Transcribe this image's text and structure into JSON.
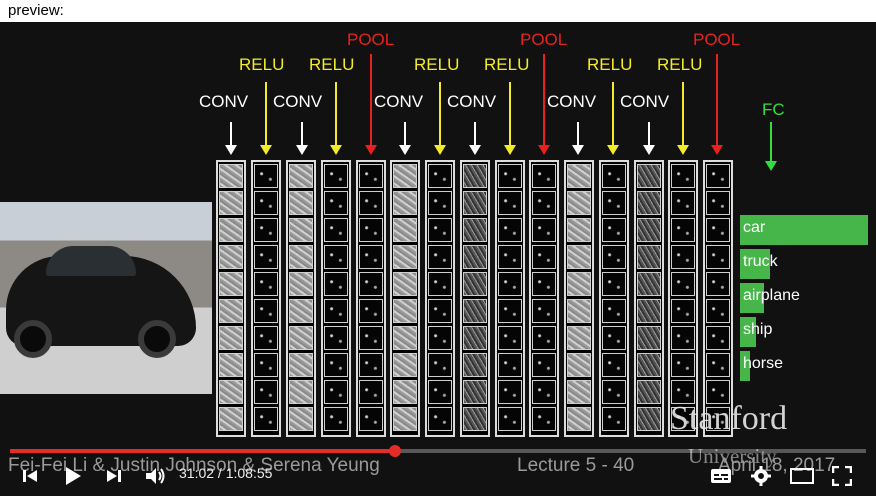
{
  "preview": {
    "label": "preview:"
  },
  "slide": {
    "layers_top": [
      {
        "text": "POOL",
        "color": "red"
      },
      {
        "text": "POOL",
        "color": "red"
      },
      {
        "text": "POOL",
        "color": "red"
      }
    ],
    "layers_mid": [
      {
        "text": "RELU"
      },
      {
        "text": "RELU"
      },
      {
        "text": "RELU"
      },
      {
        "text": "RELU"
      },
      {
        "text": "RELU"
      },
      {
        "text": "RELU"
      }
    ],
    "layers_low": [
      {
        "text": "CONV"
      },
      {
        "text": "CONV"
      },
      {
        "text": "CONV"
      },
      {
        "text": "CONV"
      },
      {
        "text": "CONV"
      },
      {
        "text": "CONV"
      }
    ],
    "fc_label": "FC",
    "classes": [
      {
        "label": "car",
        "score": 1.0
      },
      {
        "label": "truck",
        "score": 0.22
      },
      {
        "label": "airplane",
        "score": 0.18
      },
      {
        "label": "ship",
        "score": 0.12
      },
      {
        "label": "horse",
        "score": 0.08
      }
    ],
    "watermark_main": "Stanford",
    "watermark_sub": "University",
    "authors": "Fei-Fei Li & Justin Johnson & Serena Yeung",
    "lecture": "Lecture 5 - 40",
    "date": "April 18, 2017"
  },
  "player": {
    "current_time": "31:02",
    "separator": " / ",
    "duration": "1:08:55",
    "progress_fraction": 0.45,
    "accent": "#e52d27",
    "icons": [
      "previous-icon",
      "play-icon",
      "next-icon",
      "volume-icon",
      "subtitles-icon",
      "settings-icon",
      "theater-mode-icon",
      "fullscreen-icon"
    ]
  }
}
